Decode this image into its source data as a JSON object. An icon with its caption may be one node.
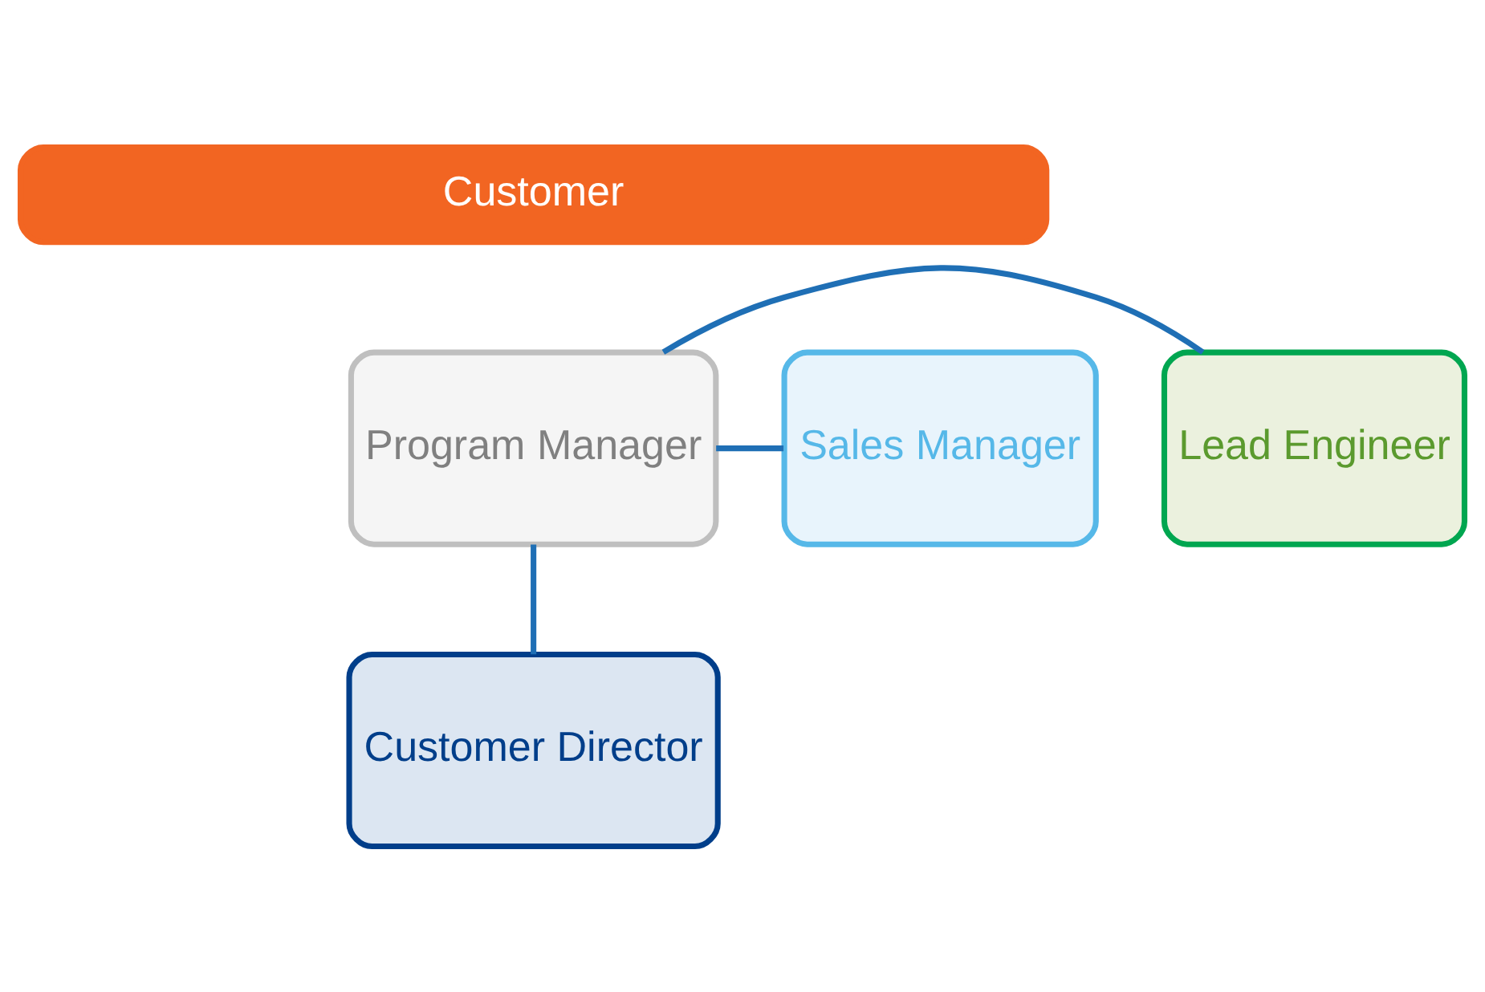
{
  "diagram": {
    "nodes": [
      {
        "text": [
          "Customer"
        ]
      },
      {
        "text": [
          "Lead Engineer"
        ]
      },
      {
        "text": [
          "Program Manager"
        ]
      },
      {
        "text": [
          "Sales Manager"
        ]
      },
      {
        "text": [
          "Customer Director"
        ]
      }
    ],
    "edges": [
      {
        "from": 1,
        "to": 2,
        "arrow": "none"
      },
      {
        "from": 2,
        "to": 3,
        "arrow": "none"
      },
      {
        "from": 2,
        "to": 4,
        "arrow": "none"
      }
    ]
  }
}
